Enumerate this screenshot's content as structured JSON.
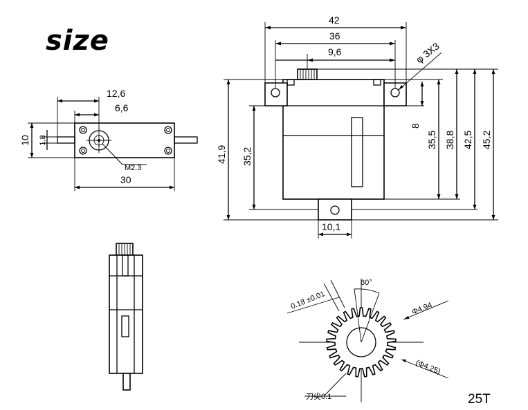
{
  "title": "size",
  "top_view": {
    "dim_12_6": "12,6",
    "dim_6_6": "6,6",
    "dim_30": "30",
    "dim_10": "10",
    "dim_1_8": "1,8",
    "screw_label": "M2.3"
  },
  "front_view": {
    "dim_42": "42",
    "dim_36": "36",
    "dim_9_6": "9,6",
    "hole_label": "φ 3X3",
    "dim_41_9": "41,9",
    "dim_35_2": "35,2",
    "dim_8": "8",
    "dim_35_5": "35,5",
    "dim_38_8": "38,8",
    "dim_42_5": "42,5",
    "dim_45_2": "45,2",
    "dim_10_1": "10,1"
  },
  "gear": {
    "angle_label": "60°",
    "tooth_label": "0.18 ±0.01",
    "outer_dia": "Φ4.94",
    "inner_dia": "(Φ4.25)",
    "tip_label": "刀尖0.1",
    "teeth": "25T"
  }
}
